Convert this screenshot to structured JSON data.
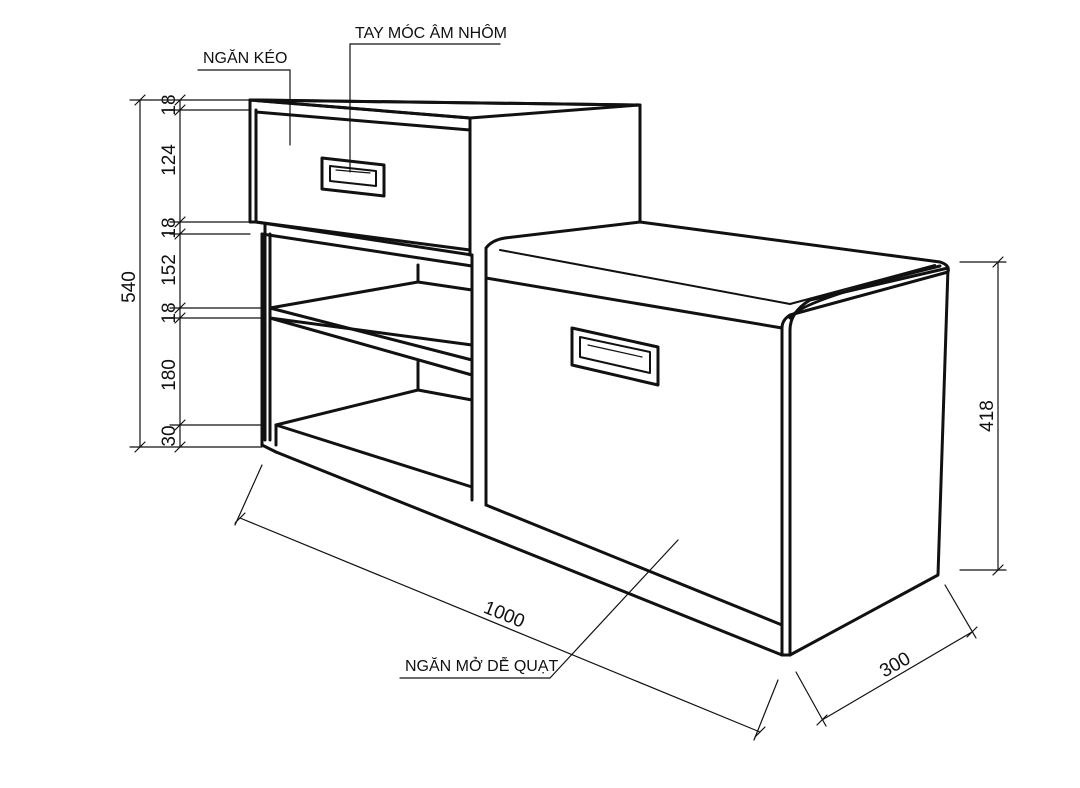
{
  "labels": {
    "handle": "TAY MÓC ÂM NHÔM",
    "drawer": "NGĂN KÉO",
    "flap": "NGĂN MỞ DỄ QUẠT"
  },
  "dimensions": {
    "total_height": "540",
    "top_board": "18",
    "drawer_height": "124",
    "board_2": "18",
    "open_shelf": "152",
    "board_3": "18",
    "bottom_shelf": "180",
    "plinth": "30",
    "seat_height": "418",
    "width": "1000",
    "depth": "300"
  }
}
